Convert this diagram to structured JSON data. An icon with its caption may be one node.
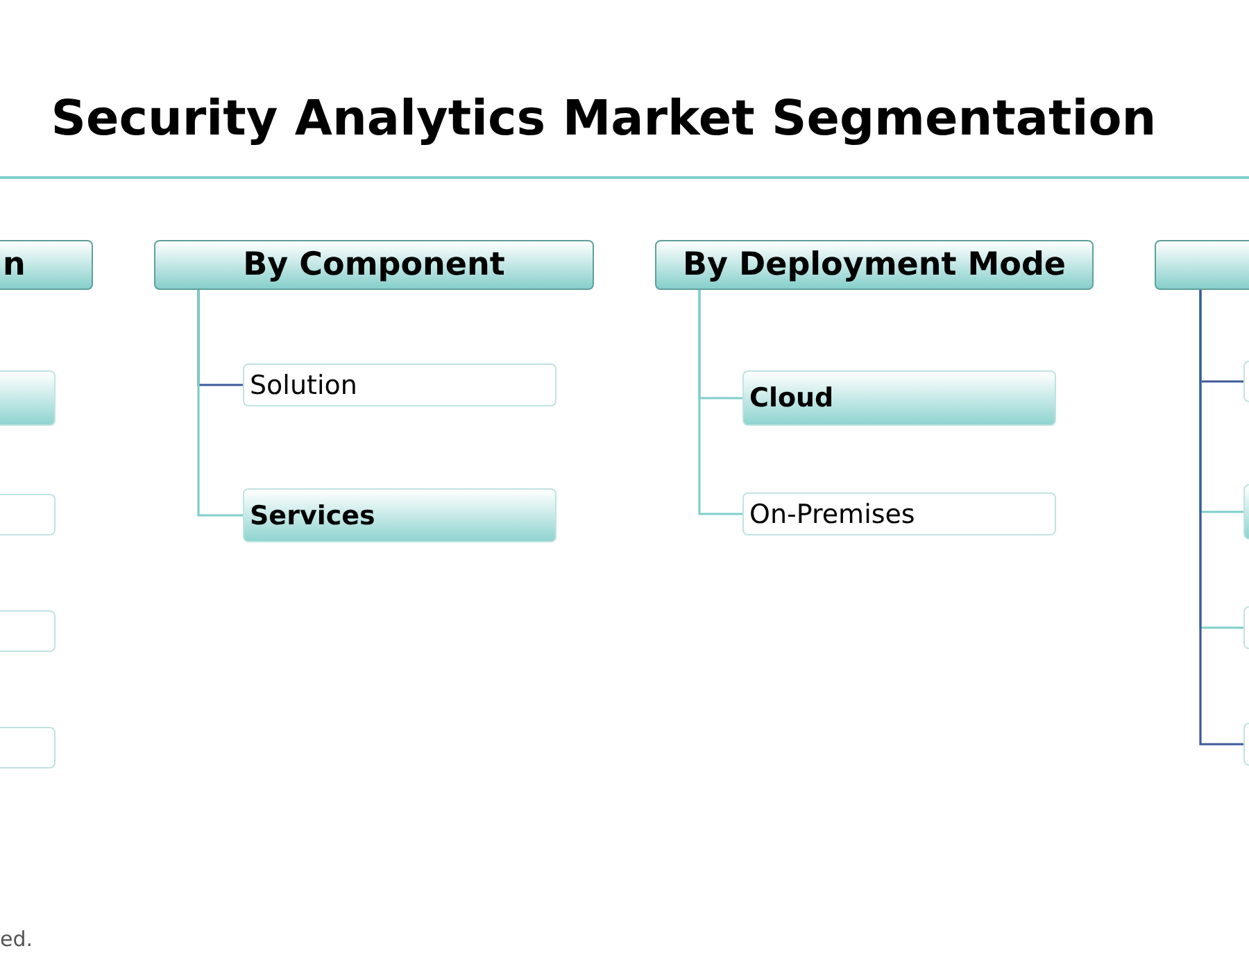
{
  "diagram": {
    "title": "Security Analytics Market Segmentation",
    "nodes": [
      {
        "text": [
          "n"
        ]
      },
      {
        "text": [],
        "shape": "box"
      },
      {
        "text": [],
        "shape": "box"
      },
      {
        "text": [],
        "shape": "box"
      },
      {
        "text": [],
        "shape": "box"
      },
      {
        "text": [
          "By Component"
        ]
      },
      {
        "text": [
          "Solution"
        ]
      },
      {
        "text": [
          "Services"
        ]
      },
      {
        "text": [
          "By Deployment Mode"
        ]
      },
      {
        "text": [
          "Cloud"
        ]
      },
      {
        "text": [
          "On-Premises"
        ]
      },
      {
        "text": [],
        "shape": "box"
      },
      {
        "text": [],
        "shape": "box"
      },
      {
        "text": [],
        "shape": "box"
      },
      {
        "text": [],
        "shape": "box"
      },
      {
        "text": [],
        "shape": "box"
      }
    ],
    "edges": [
      {
        "from": 5,
        "to": 6,
        "arrow": "none",
        "color": "#3d5a99"
      },
      {
        "from": 5,
        "to": 7,
        "arrow": "none"
      },
      {
        "from": 8,
        "to": 9,
        "arrow": "none"
      },
      {
        "from": 8,
        "to": 10,
        "arrow": "none"
      },
      {
        "from": 11,
        "to": 12,
        "arrow": "none",
        "color": "#3d5a99"
      },
      {
        "from": 11,
        "to": 13,
        "arrow": "none"
      },
      {
        "from": 11,
        "to": 14,
        "arrow": "none"
      },
      {
        "from": 11,
        "to": 15,
        "arrow": "none",
        "color": "#3d5a99"
      }
    ],
    "labels": [
      "ed."
    ]
  }
}
